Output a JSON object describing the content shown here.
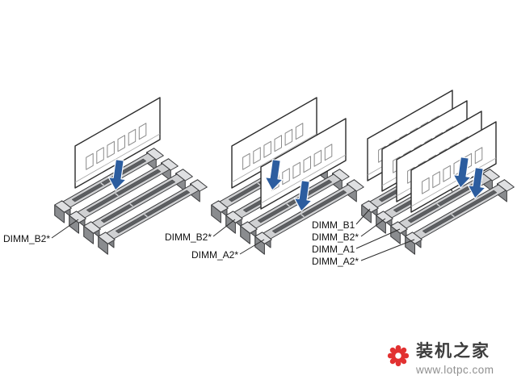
{
  "diagrams": [
    {
      "labels": [
        {
          "text": "DIMM_B2*"
        }
      ]
    },
    {
      "labels": [
        {
          "text": "DIMM_B2*"
        },
        {
          "text": "DIMM_A2*"
        }
      ]
    },
    {
      "labels": [
        {
          "text": "DIMM_B1"
        },
        {
          "text": "DIMM_B2*"
        },
        {
          "text": "DIMM_A1"
        },
        {
          "text": "DIMM_A2*"
        }
      ]
    }
  ],
  "watermark": {
    "site_name": "装机之家",
    "site_url": "www.lotpc.com"
  },
  "colors": {
    "arrow_blue": "#2c5d9f",
    "watermark_red": "#e23131",
    "slot_gray": "#cfd0d2",
    "label_text": "#111111"
  }
}
